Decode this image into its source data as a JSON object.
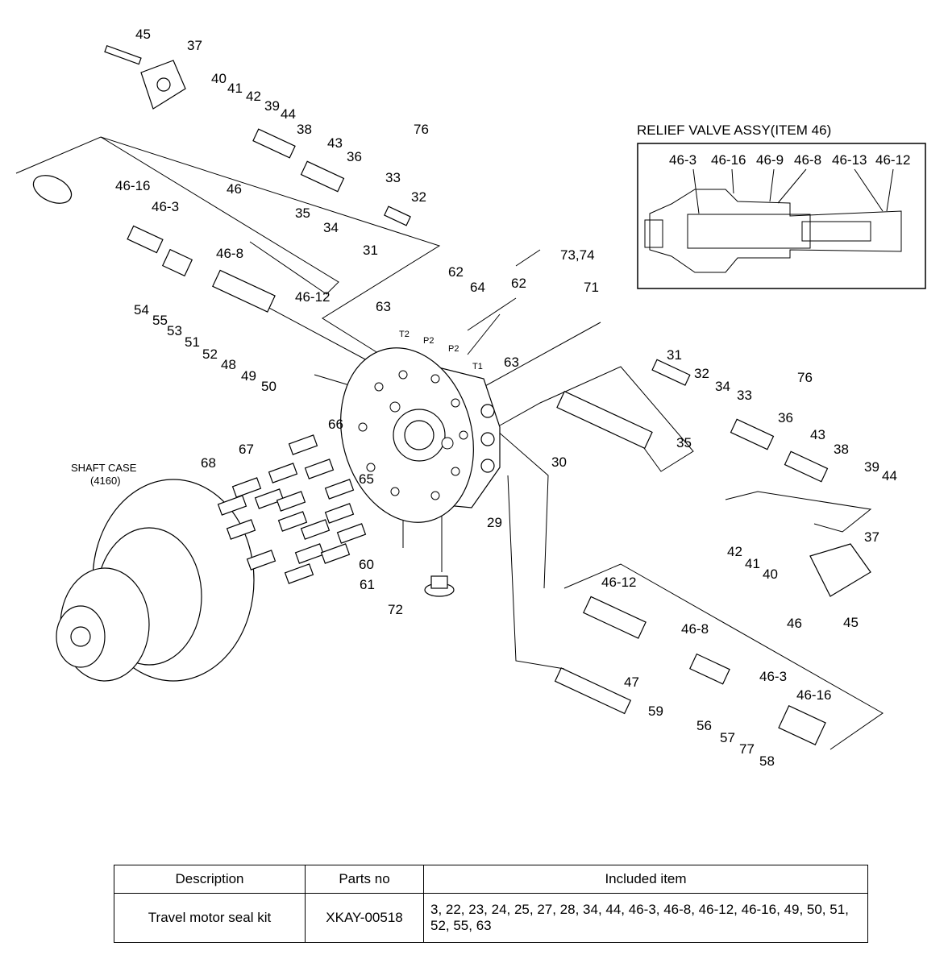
{
  "diagram": {
    "labels": [
      "45",
      "37",
      "40",
      "41",
      "42",
      "39",
      "44",
      "38",
      "43",
      "36",
      "33",
      "32",
      "35",
      "34",
      "31",
      "76",
      "46-16",
      "46-3",
      "46",
      "46-8",
      "54",
      "55",
      "53",
      "51",
      "52",
      "48",
      "49",
      "50",
      "46-12",
      "62",
      "64",
      "63",
      "62",
      "T2",
      "P2",
      "P2",
      "T1",
      "63",
      "73,74",
      "71",
      "31",
      "32",
      "34",
      "33",
      "76",
      "35",
      "36",
      "43",
      "38",
      "39",
      "44",
      "30",
      "29",
      "66",
      "67",
      "68",
      "65",
      "60",
      "61",
      "72",
      "42",
      "41",
      "40",
      "37",
      "45",
      "46-12",
      "46",
      "46-8",
      "46-3",
      "46-16",
      "47",
      "59",
      "56",
      "57",
      "77",
      "58"
    ],
    "shaft_case_label": "SHAFT CASE",
    "shaft_case_code": "(4160)"
  },
  "inset": {
    "title": "RELIEF VALVE ASSY(ITEM 46)",
    "labels": [
      "46-3",
      "46-16",
      "46-9",
      "46-8",
      "46-13",
      "46-12"
    ]
  },
  "table": {
    "headers": [
      "Description",
      "Parts no",
      "Included item"
    ],
    "rows": [
      {
        "description": "Travel motor seal kit",
        "parts_no": "XKAY-00518",
        "included": "3, 22, 23, 24, 25, 27, 28, 34, 44, 46-3, 46-8, 46-12, 46-16, 49, 50, 51, 52, 55, 63"
      }
    ]
  }
}
